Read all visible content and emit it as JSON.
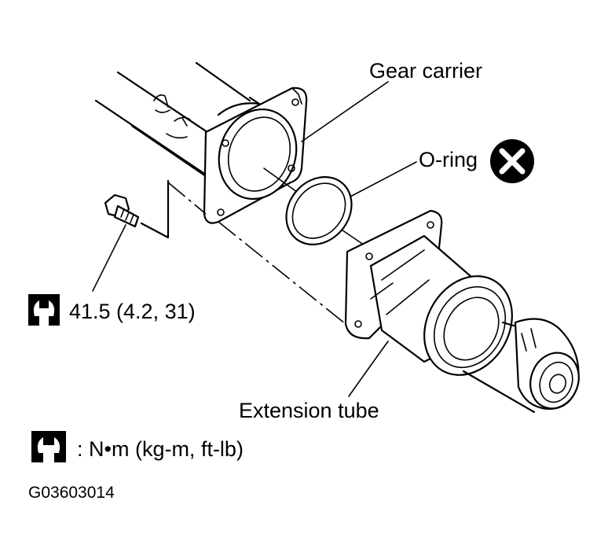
{
  "callouts": {
    "gear_carrier": "Gear carrier",
    "o_ring": "O-ring",
    "torque_value": "41.5 (4.2, 31)",
    "extension_tube": "Extension tube"
  },
  "legend": {
    "torque_units": ": N•m (kg-m, ft-lb)"
  },
  "figure_id": "G03603014",
  "icons": {
    "torque_symbol": "torque-wrench-icon",
    "replace_symbol": "do-not-reuse-x-icon"
  }
}
